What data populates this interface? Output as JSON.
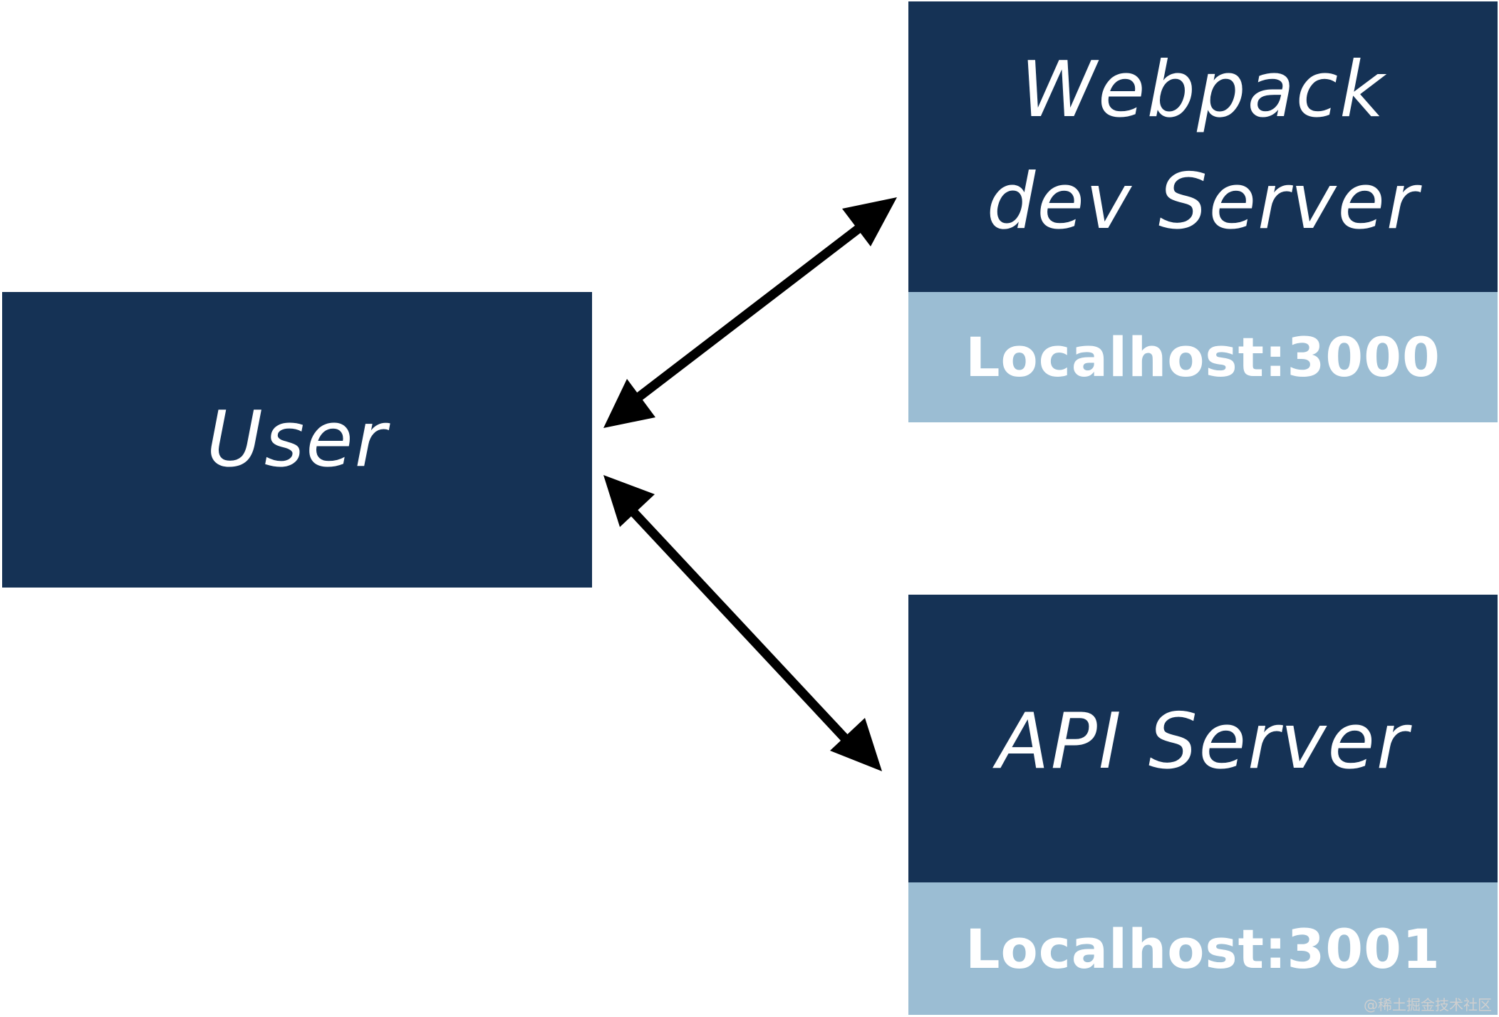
{
  "nodes": {
    "user": {
      "label": "User"
    },
    "webpack": {
      "title": "Webpack dev Server",
      "port": "Localhost:3000"
    },
    "api": {
      "title": "API Server",
      "port": "Localhost:3001"
    }
  },
  "edges": [
    {
      "from": "user",
      "to": "webpack",
      "direction": "bidirectional"
    },
    {
      "from": "user",
      "to": "api",
      "direction": "bidirectional"
    }
  ],
  "colors": {
    "dark": "#153255",
    "light": "#9bbdd3",
    "text": "#ffffff",
    "arrow": "#000000"
  },
  "watermark": "@稀土掘金技术社区"
}
